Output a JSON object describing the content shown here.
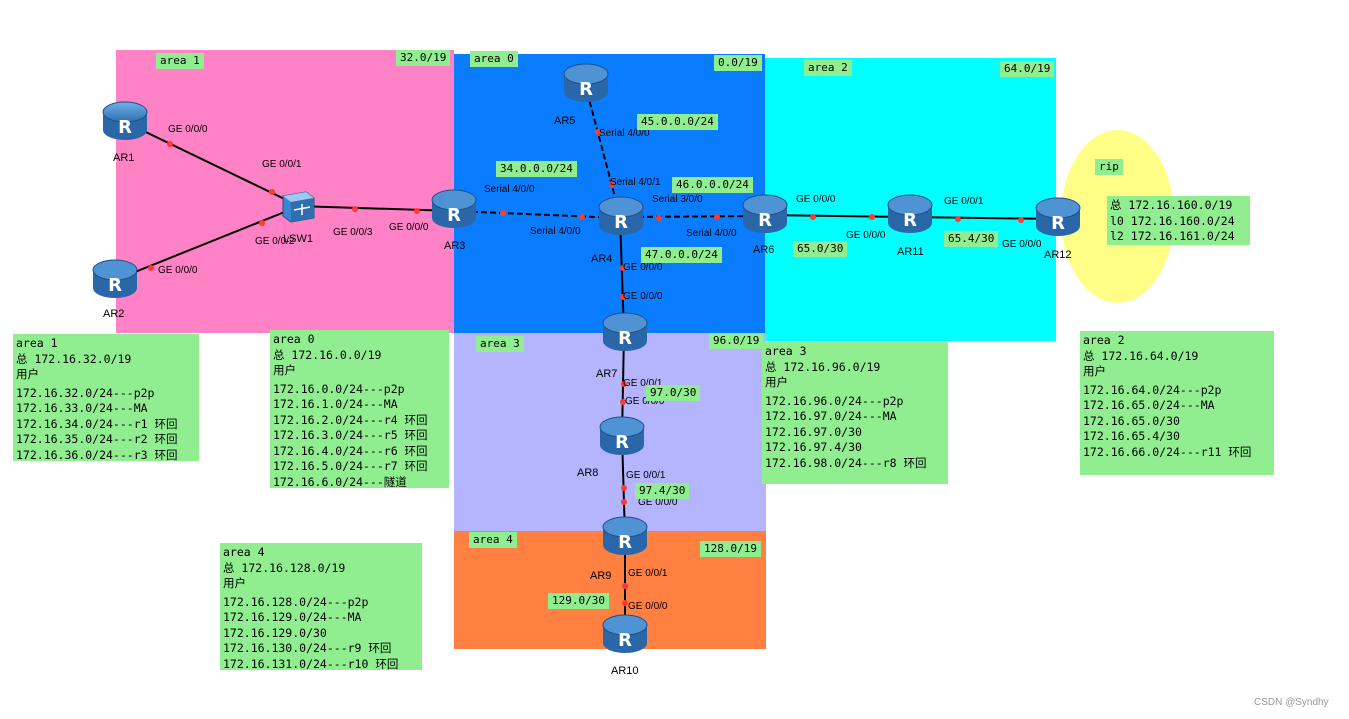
{
  "areas": {
    "area1": {
      "name": "area 1",
      "net": "32.0/19",
      "color": "#ff82c6"
    },
    "area0": {
      "name": "area 0",
      "net": "0.0/19",
      "color": "#0a7cff"
    },
    "area2": {
      "name": "area 2",
      "net": "64.0/19",
      "color": "#00ffff"
    },
    "area3": {
      "name": "area 3",
      "net": "96.0/19",
      "color": "#b4b4ff"
    },
    "area4": {
      "name": "area 4",
      "net": "128.0/19",
      "color": "#ff8040"
    },
    "rip": {
      "name": "rip",
      "color": "#ffff88"
    }
  },
  "routers": {
    "ar1": "AR1",
    "ar2": "AR2",
    "sw1": "LSW1",
    "ar3": "AR3",
    "ar4": "AR4",
    "ar5": "AR5",
    "ar6": "AR6",
    "ar7": "AR7",
    "ar8": "AR8",
    "ar9": "AR9",
    "ar10": "AR10",
    "ar11": "AR11",
    "ar12": "AR12"
  },
  "ports": {
    "ar1_ge000": "GE 0/0/0",
    "sw1_ge001": "GE 0/0/1",
    "sw1_ge002": "GE 0/0/2",
    "ar2_ge000": "GE 0/0/0",
    "sw1_ge003": "GE 0/0/3",
    "ar3_ge000": "GE 0/0/0",
    "ar3_s400": "Serial 4/0/0",
    "ar4_s400": "Serial 4/0/0",
    "ar5_s400": "Serial 4/0/0",
    "ar4_s401": "Serial 4/0/1",
    "ar4_s300": "Serial 3/0/0",
    "ar6_s400": "Serial 4/0/0",
    "ar4_ge000": "GE 0/0/0",
    "ar7_ge000": "GE 0/0/0",
    "ar7_ge001": "GE 0/0/1",
    "ar8_ge000": "GE 0/0/0",
    "ar8_ge001": "GE 0/0/1",
    "ar9_ge000": "GE 0/0/0",
    "ar9_ge001": "GE 0/0/1",
    "ar10_ge000": "GE 0/0/0",
    "ar6_ge000": "GE 0/0/0",
    "ar11_ge000": "GE 0/0/0",
    "ar11_ge001": "GE 0/0/1",
    "ar12_ge000": "GE 0/0/0"
  },
  "links": {
    "l34": "34.0.0.0/24",
    "l45": "45.0.0.0/24",
    "l46": "46.0.0.0/24",
    "l47": "47.0.0.0/24",
    "l65": "65.0/30",
    "l654": "65.4/30",
    "l97": "97.0/30",
    "l974": "97.4/30",
    "l129": "129.0/30"
  },
  "notes": {
    "area1": [
      "area 1",
      "总 172.16.32.0/19",
      "用户",
      "172.16.32.0/24---p2p",
      "172.16.33.0/24---MA",
      "172.16.34.0/24---r1 环回",
      "172.16.35.0/24---r2 环回",
      "172.16.36.0/24---r3 环回"
    ],
    "area0": [
      "area 0",
      "总 172.16.0.0/19",
      "用户",
      "172.16.0.0/24---p2p",
      "172.16.1.0/24---MA",
      "172.16.2.0/24---r4 环回",
      "172.16.3.0/24---r5 环回",
      "172.16.4.0/24---r6 环回",
      "172.16.5.0/24---r7 环回",
      "172.16.6.0/24---隧道"
    ],
    "area3": [
      "area 3",
      "总 172.16.96.0/19",
      "用户",
      "172.16.96.0/24---p2p",
      "172.16.97.0/24---MA",
      "172.16.97.0/30",
      "172.16.97.4/30",
      "172.16.98.0/24---r8 环回"
    ],
    "area2": [
      "area 2",
      "总 172.16.64.0/19",
      "用户",
      "172.16.64.0/24---p2p",
      "172.16.65.0/24---MA",
      "172.16.65.0/30",
      "172.16.65.4/30",
      "172.16.66.0/24---r11 环回"
    ],
    "area4": [
      "area 4",
      "总 172.16.128.0/19",
      "用户",
      "172.16.128.0/24---p2p",
      "172.16.129.0/24---MA",
      "172.16.129.0/30",
      "172.16.130.0/24---r9  环回",
      "172.16.131.0/24---r10 环回"
    ],
    "rip": [
      "总 172.16.160.0/19",
      "l0 172.16.160.0/24",
      "l2 172.16.161.0/24"
    ]
  },
  "watermark": "CSDN @Syndhy"
}
